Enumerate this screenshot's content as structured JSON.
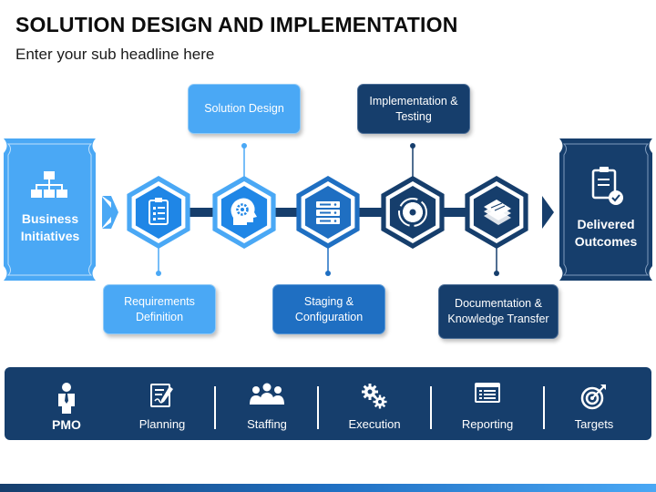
{
  "title": "SOLUTION DESIGN AND IMPLEMENTATION",
  "subtitle": "Enter your sub headline here",
  "start": {
    "label": "Business Initiatives",
    "icon": "org-chart-icon"
  },
  "end": {
    "label": "Delivered Outcomes",
    "icon": "checked-clipboard-icon"
  },
  "steps": [
    {
      "label": "Requirements Definition",
      "icon": "checklist-clipboard-icon",
      "position": "below"
    },
    {
      "label": "Solution Design",
      "icon": "head-gear-icon",
      "position": "above"
    },
    {
      "label": "Staging & Configuration",
      "icon": "server-stack-icon",
      "position": "below"
    },
    {
      "label": "Implementation & Testing",
      "icon": "gear-cycle-icon",
      "position": "above"
    },
    {
      "label": "Documentation & Knowledge Transfer",
      "icon": "documents-icon",
      "position": "below"
    }
  ],
  "bottom_bar": [
    {
      "label": "PMO",
      "icon": "person-icon"
    },
    {
      "label": "Planning",
      "icon": "planning-icon"
    },
    {
      "label": "Staffing",
      "icon": "team-icon"
    },
    {
      "label": "Execution",
      "icon": "gears-icon"
    },
    {
      "label": "Reporting",
      "icon": "report-icon"
    },
    {
      "label": "Targets",
      "icon": "target-icon"
    }
  ],
  "colors": {
    "light": "#4aa8f5",
    "mid": "#1f6fc2",
    "dark": "#163e6c"
  }
}
